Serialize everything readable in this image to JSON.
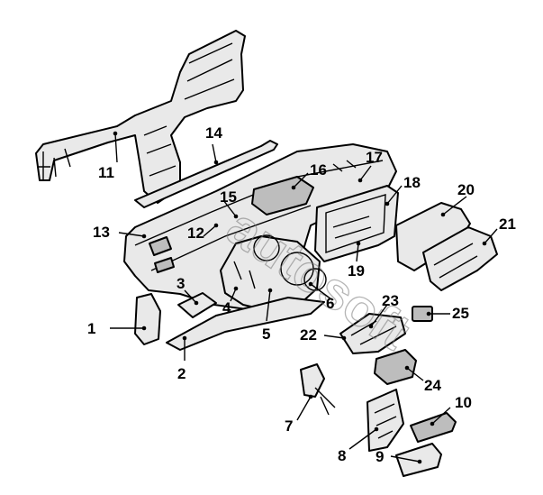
{
  "watermark": "autosoft",
  "callouts": [
    {
      "id": "p1",
      "label": "1"
    },
    {
      "id": "p2",
      "label": "2"
    },
    {
      "id": "p3",
      "label": "3"
    },
    {
      "id": "p4",
      "label": "4"
    },
    {
      "id": "p5",
      "label": "5"
    },
    {
      "id": "p6",
      "label": "6"
    },
    {
      "id": "p7",
      "label": "7"
    },
    {
      "id": "p8",
      "label": "8"
    },
    {
      "id": "p9",
      "label": "9"
    },
    {
      "id": "p10",
      "label": "10"
    },
    {
      "id": "p11",
      "label": "11"
    },
    {
      "id": "p12",
      "label": "12"
    },
    {
      "id": "p13",
      "label": "13"
    },
    {
      "id": "p14",
      "label": "14"
    },
    {
      "id": "p15",
      "label": "15"
    },
    {
      "id": "p16",
      "label": "16"
    },
    {
      "id": "p17",
      "label": "17"
    },
    {
      "id": "p18",
      "label": "18"
    },
    {
      "id": "p19",
      "label": "19"
    },
    {
      "id": "p20",
      "label": "20"
    },
    {
      "id": "p21",
      "label": "21"
    },
    {
      "id": "p22",
      "label": "22"
    },
    {
      "id": "p23",
      "label": "23"
    },
    {
      "id": "p24",
      "label": "24"
    },
    {
      "id": "p25",
      "label": "25"
    }
  ]
}
